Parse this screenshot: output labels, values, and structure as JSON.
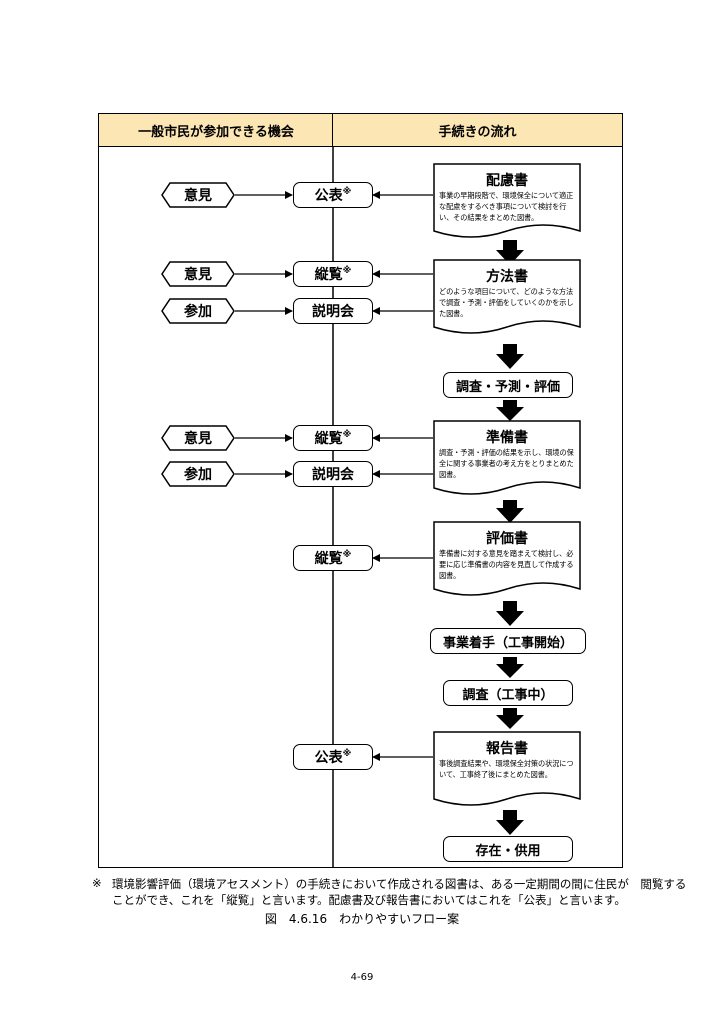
{
  "header": {
    "left": "一般市民が参加できる機会",
    "right": "手続きの流れ"
  },
  "documents": [
    {
      "title": "配慮書",
      "desc": "事業の早期段階で、環境保全について適正な配慮をするべき事項について検討を行い、その結果をまとめた図書。"
    },
    {
      "title": "方法書",
      "desc": "どのような項目について、どのような方法で調査・予測・評価をしていくのかを示した図書。"
    },
    {
      "title": "準備書",
      "desc": "調査・予測・評価の結果を示し、環境の保全に関する事業者の考え方をとりまとめた図書。"
    },
    {
      "title": "評価書",
      "desc": "準備書に対する意見を踏まえて検討し、必要に応じ準備書の内容を見直して作成する図書。"
    },
    {
      "title": "報告書",
      "desc": "事後調査結果や、環境保全対策の状況について、工事終了後にまとめた図書。"
    }
  ],
  "process_boxes": [
    "調査・予測・評価",
    "事業着手（工事開始）",
    "調査（工事中）",
    "存在・供用"
  ],
  "center_boxes": [
    {
      "label": "公表",
      "mark": "※"
    },
    {
      "label": "縦覧",
      "mark": "※"
    },
    {
      "label": "説明会",
      "mark": ""
    },
    {
      "label": "縦覧",
      "mark": "※"
    },
    {
      "label": "説明会",
      "mark": ""
    },
    {
      "label": "縦覧",
      "mark": "※"
    },
    {
      "label": "公表",
      "mark": "※"
    }
  ],
  "left_items": [
    {
      "label": "意見"
    },
    {
      "label": "意見"
    },
    {
      "label": "参加"
    },
    {
      "label": "意見"
    },
    {
      "label": "参加"
    }
  ],
  "footnote": {
    "mark": "※",
    "line1": "環境影響評価（環境アセスメント）の手続きにおいて作成される図書は、ある一定期間の間に住民が　閲覧する",
    "line2": "ことができ、これを「縦覧」と言います。配慮書及び報告書においてはこれを「公表」と言います。"
  },
  "caption": "図　4.6.16　わかりやすいフロー案",
  "page_number": "4-69"
}
